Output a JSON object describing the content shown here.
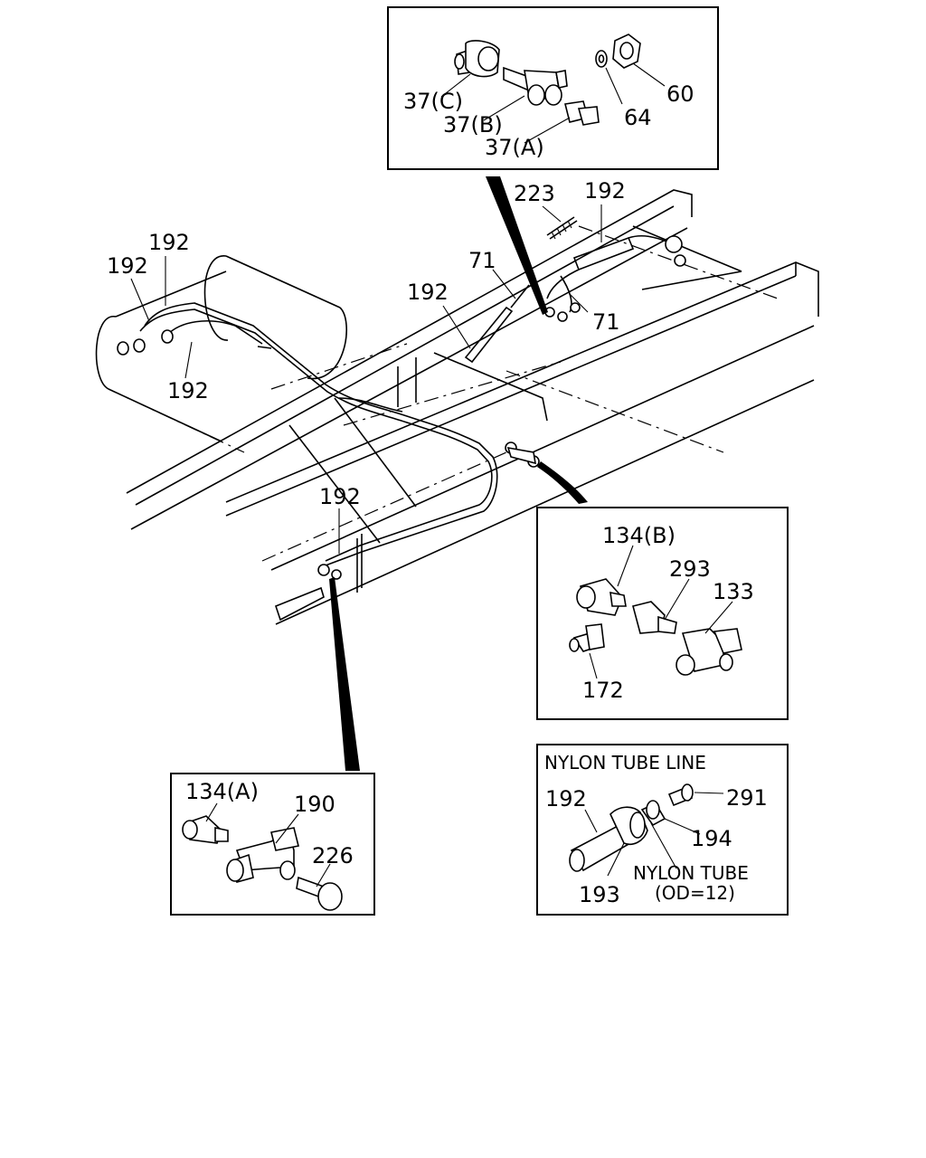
{
  "detail_top": {
    "labels": [
      "37(C)",
      "37(B)",
      "37(A)",
      "64",
      "60"
    ]
  },
  "main_view": {
    "labels": [
      "223",
      "192",
      "192",
      "192",
      "71",
      "192",
      "71",
      "192",
      "192"
    ]
  },
  "detail_right_upper": {
    "labels": [
      "134(B)",
      "293",
      "133",
      "172"
    ]
  },
  "detail_nylon": {
    "title": "NYLON TUBE LINE",
    "labels": [
      "192",
      "291",
      "194",
      "193"
    ],
    "note_line1": "NYLON TUBE",
    "note_line2": "(OD=12)"
  },
  "detail_bottom_left": {
    "labels": [
      "134(A)",
      "190",
      "226"
    ]
  }
}
